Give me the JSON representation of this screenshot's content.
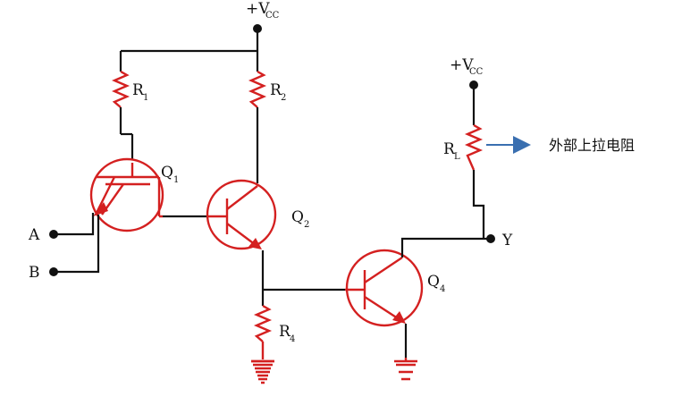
{
  "labels": {
    "vcc_main": {
      "base": "+V",
      "sub": "CC"
    },
    "vcc_right": {
      "base": "+V",
      "sub": "CC"
    },
    "r1": {
      "base": "R",
      "sub": "1"
    },
    "r2": {
      "base": "R",
      "sub": "2"
    },
    "r4": {
      "base": "R",
      "sub": "4"
    },
    "rl": {
      "base": "R",
      "sub": "L"
    },
    "q1": {
      "base": "Q",
      "sub": "1"
    },
    "q2": {
      "base": "Q",
      "sub": "2"
    },
    "q4": {
      "base": "Q",
      "sub": "4"
    },
    "input_a": "A",
    "input_b": "B",
    "output_y": "Y",
    "pullup_note": "外部上拉电阻"
  },
  "colors": {
    "component": "#d42020",
    "wire": "#111111",
    "arrow": "#3a6fb0"
  }
}
